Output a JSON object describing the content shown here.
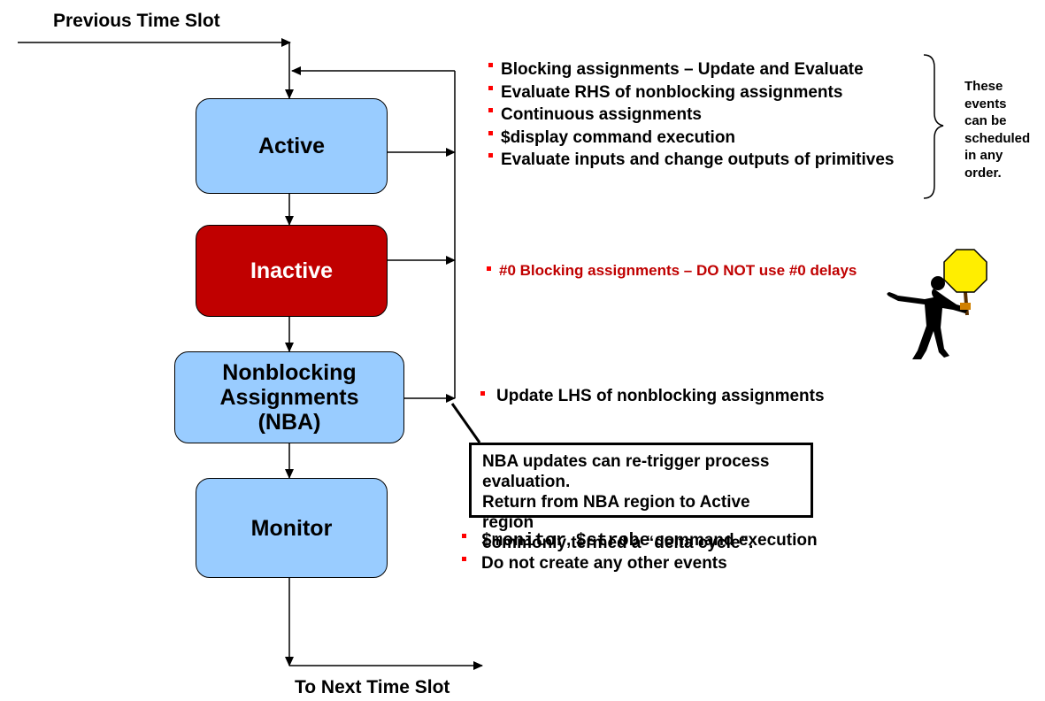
{
  "diagram": {
    "top_label": "Previous Time Slot",
    "bottom_label": "To Next Time Slot",
    "regions": {
      "active": "Active",
      "inactive": "Inactive",
      "nba_line1": "Nonblocking",
      "nba_line2": "Assignments",
      "nba_line3": "(NBA)",
      "monitor": "Monitor"
    },
    "active_events": [
      "Blocking assignments – Update and Evaluate",
      "Evaluate RHS of nonblocking assignments",
      "Continuous assignments",
      "$display command execution",
      "Evaluate inputs and change outputs of primitives"
    ],
    "order_note": [
      "These",
      "events",
      "can be",
      "scheduled",
      "in any",
      "order."
    ],
    "inactive_event": "#0 Blocking assignments – DO NOT use #0 delays",
    "nba_event": "Update LHS of nonblocking assignments",
    "callout": [
      "NBA updates can re-trigger process evaluation.",
      "Return from NBA region to Active region",
      "commonly termed a “delta cycle”."
    ],
    "monitor_events": {
      "cmd_monitor": "$monitor",
      "sep": ", ",
      "cmd_strobe": "$strobe",
      "cmd_rest": " command execution",
      "second": "Do not create any other events"
    },
    "clipart": "stop-sign-figure-icon",
    "colors": {
      "region_blue": "#99ccff",
      "region_red": "#c00000",
      "bullet_red": "#ff0000",
      "inactive_text_red": "#c00000"
    }
  }
}
